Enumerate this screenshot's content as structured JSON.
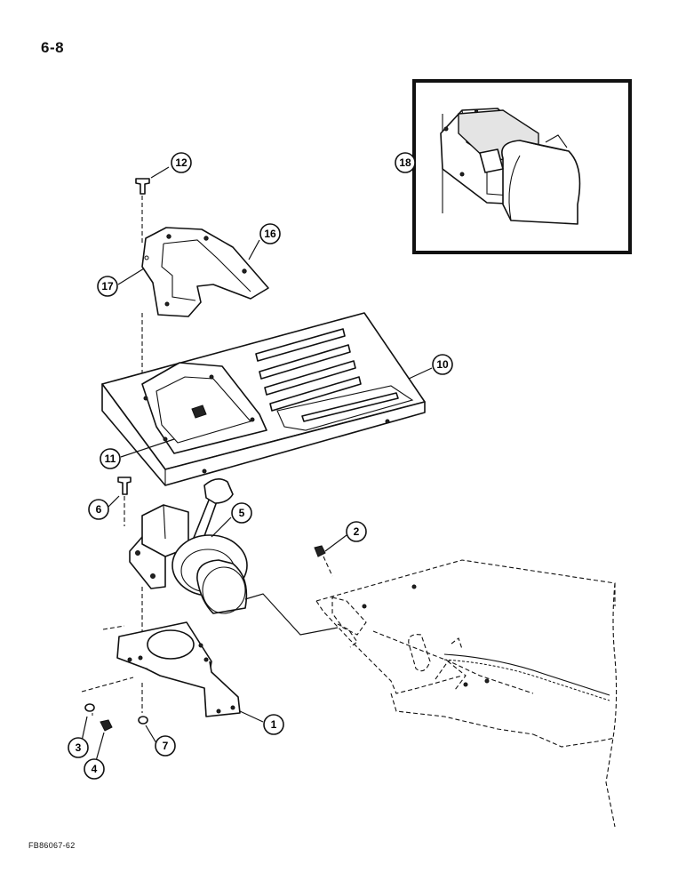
{
  "page": {
    "page_number": "6-8",
    "figure_code": "FB86067-62"
  },
  "callouts": [
    {
      "id": "12",
      "label": "12"
    },
    {
      "id": "16",
      "label": "16"
    },
    {
      "id": "17",
      "label": "17"
    },
    {
      "id": "18",
      "label": "18"
    },
    {
      "id": "10",
      "label": "10"
    },
    {
      "id": "11",
      "label": "11"
    },
    {
      "id": "6",
      "label": "6"
    },
    {
      "id": "5",
      "label": "5"
    },
    {
      "id": "2",
      "label": "2"
    },
    {
      "id": "1",
      "label": "1"
    },
    {
      "id": "3",
      "label": "3"
    },
    {
      "id": "4",
      "label": "4"
    },
    {
      "id": "7",
      "label": "7"
    }
  ]
}
